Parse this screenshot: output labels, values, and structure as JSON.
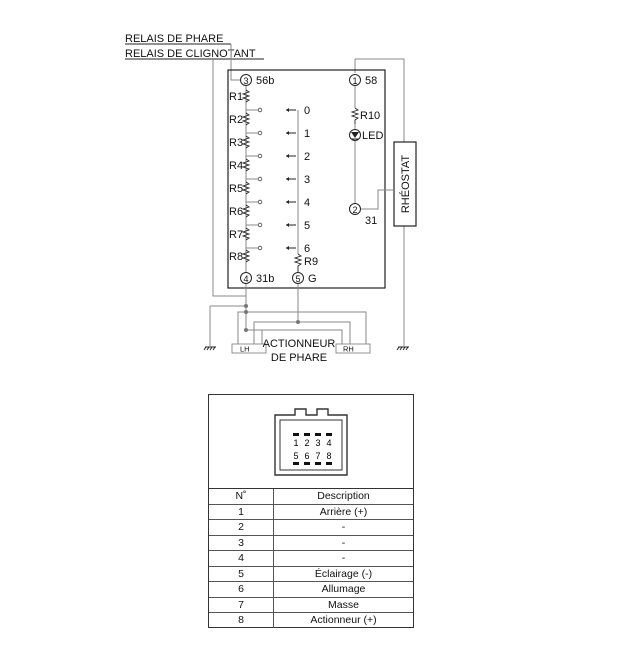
{
  "schematic": {
    "relays": [
      "RELAIS DE PHARE",
      "RELAIS DE CLIGNOTANT"
    ],
    "terminals": {
      "t3": {
        "num": "3",
        "label": "56b"
      },
      "t1": {
        "num": "1",
        "label": "58"
      },
      "t4": {
        "num": "4",
        "label": "31b"
      },
      "t5": {
        "num": "5",
        "label": "G"
      },
      "t2": {
        "num": "2",
        "label": "31"
      }
    },
    "resistors": [
      "R1",
      "R2",
      "R3",
      "R4",
      "R5",
      "R6",
      "R7",
      "R8"
    ],
    "r9": "R9",
    "r10": "R10",
    "led": "LED",
    "positions": [
      "0",
      "1",
      "2",
      "3",
      "4",
      "5",
      "6"
    ],
    "rheostat": "RHÉOSTAT",
    "actuator": [
      "ACTIONNEUR",
      "DE PHARE"
    ],
    "lh": "LH",
    "rh": "RH"
  },
  "connector": {
    "pins_top": [
      "1",
      "2",
      "3",
      "4"
    ],
    "pins_bottom": [
      "5",
      "6",
      "7",
      "8"
    ]
  },
  "pin_table": {
    "headers": [
      "N˚",
      "Description"
    ],
    "rows": [
      {
        "no": "1",
        "desc": "Arrière (+)"
      },
      {
        "no": "2",
        "desc": "-"
      },
      {
        "no": "3",
        "desc": "-"
      },
      {
        "no": "4",
        "desc": "-"
      },
      {
        "no": "5",
        "desc": "Éclairage (-)"
      },
      {
        "no": "6",
        "desc": "Allumage"
      },
      {
        "no": "7",
        "desc": "Masse"
      },
      {
        "no": "8",
        "desc": "Actionneur (+)"
      }
    ]
  }
}
